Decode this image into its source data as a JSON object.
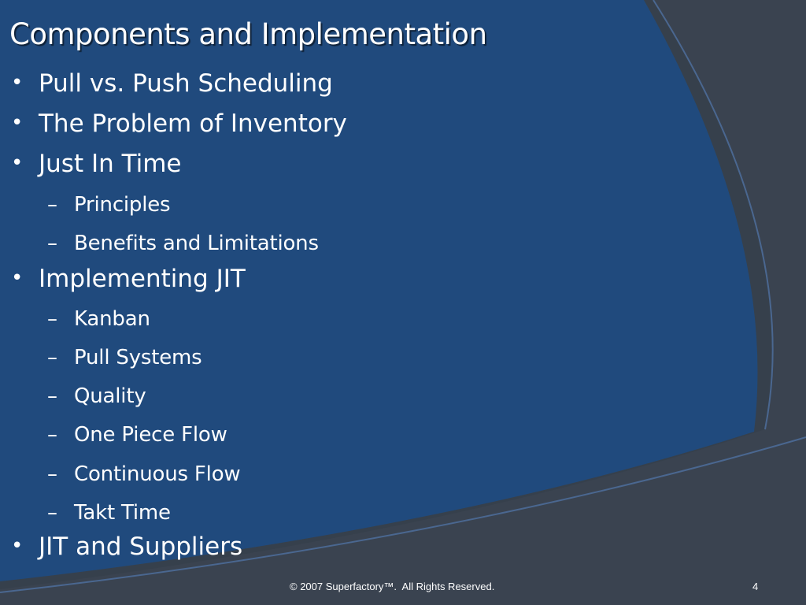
{
  "slide": {
    "title": "Components and Implementation",
    "bullets": [
      {
        "level": 1,
        "text": "Pull vs. Push Scheduling"
      },
      {
        "level": 1,
        "text": "The Problem of Inventory"
      },
      {
        "level": 1,
        "text": "Just In Time"
      },
      {
        "level": 2,
        "text": "Principles"
      },
      {
        "level": 2,
        "text": "Benefits and Limitations"
      },
      {
        "level": 1,
        "text": "Implementing JIT"
      },
      {
        "level": 2,
        "text": "Kanban"
      },
      {
        "level": 2,
        "text": "Pull Systems"
      },
      {
        "level": 2,
        "text": "Quality"
      },
      {
        "level": 2,
        "text": "One Piece Flow"
      },
      {
        "level": 2,
        "text": "Continuous Flow"
      },
      {
        "level": 2,
        "text": "Takt Time"
      },
      {
        "level": 1,
        "text": "JIT and Suppliers"
      }
    ],
    "bullet_mark": "•",
    "sub_mark": "–",
    "footer": "© 2007 Superfactory™.  All Rights Reserved.",
    "slide_number": "4"
  },
  "colors": {
    "background_dark": "#3a4350",
    "panel_blue": "#204a7d",
    "arc_light": "#4a6790",
    "text": "#ffffff"
  }
}
